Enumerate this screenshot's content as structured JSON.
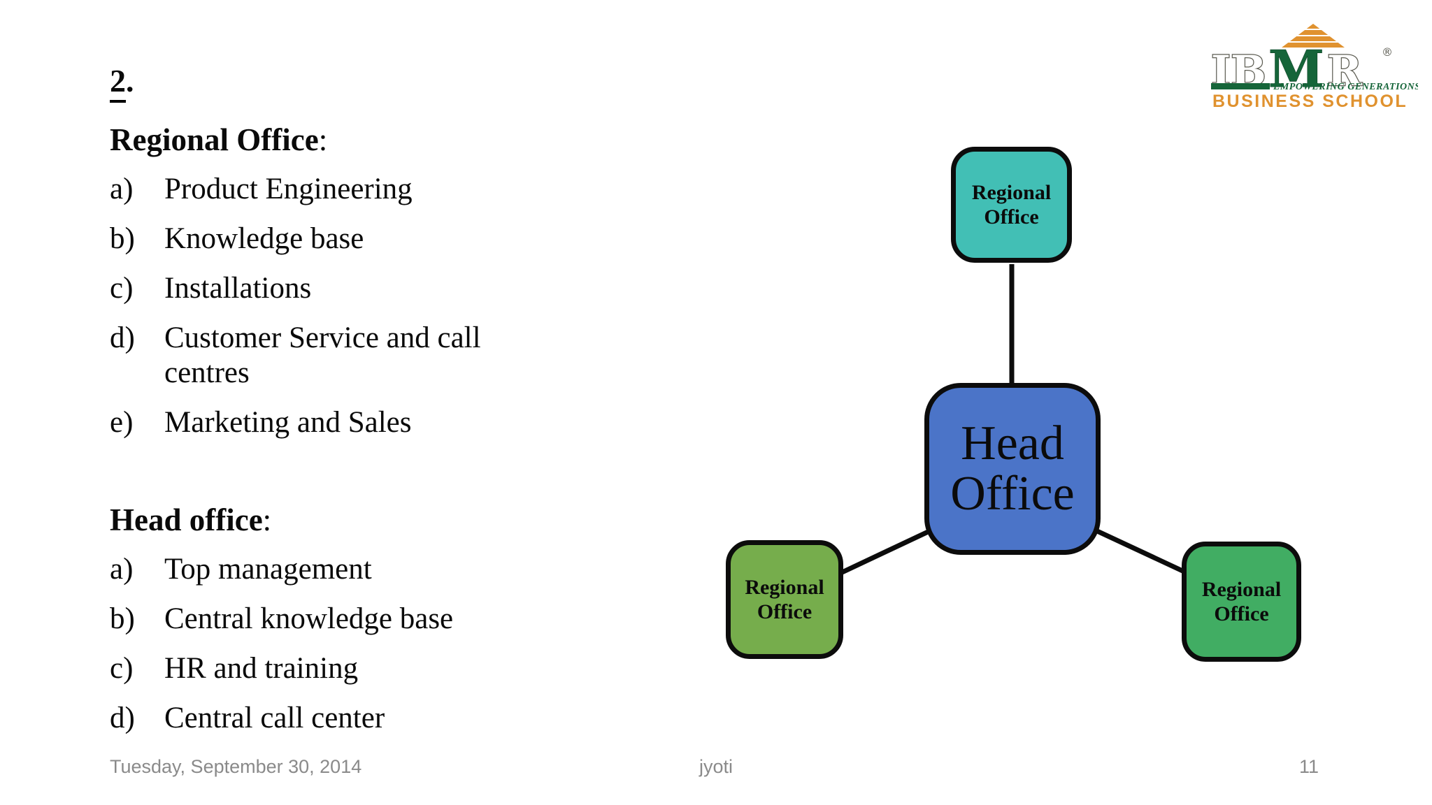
{
  "slide": {
    "number_heading": {
      "digit": "2",
      "period": "."
    },
    "sections": [
      {
        "title": "Regional Office",
        "colon": ":",
        "items": [
          {
            "marker": "a)",
            "text": "Product Engineering"
          },
          {
            "marker": "b)",
            "text": "Knowledge base"
          },
          {
            "marker": "c)",
            "text": "Installations"
          },
          {
            "marker": "d)",
            "text": "Customer Service and call centres"
          },
          {
            "marker": "e)",
            "text": "Marketing and Sales"
          }
        ]
      },
      {
        "title": "Head office",
        "colon": ":",
        "items": [
          {
            "marker": "a)",
            "text": "Top management"
          },
          {
            "marker": "b)",
            "text": "Central knowledge base"
          },
          {
            "marker": "c)",
            "text": "HR and training"
          },
          {
            "marker": "d)",
            "text": "Central call center"
          }
        ]
      }
    ]
  },
  "diagram": {
    "nodes": [
      {
        "id": "regional-top",
        "label": "Regional Office",
        "color": "#42bfb5"
      },
      {
        "id": "head-office",
        "label": "Head Office",
        "color": "#4b74c8"
      },
      {
        "id": "regional-left",
        "label": "Regional Office",
        "color": "#76ad4c"
      },
      {
        "id": "regional-right",
        "label": "Regional Office",
        "color": "#41ad63"
      }
    ],
    "connector_color": "#0c0c0c"
  },
  "logo": {
    "letters_ib": "IB",
    "letter_m": "M",
    "letter_r": "R",
    "registered": "®",
    "tagline": "EMPOWERING GENERATIONS",
    "school": "BUSINESS SCHOOL",
    "green": "#156539",
    "orange": "#e0922f",
    "outline_gray": "#5c5c52"
  },
  "footer": {
    "date": "Tuesday, September 30, 2014",
    "author": "jyoti",
    "page_number": "11"
  }
}
